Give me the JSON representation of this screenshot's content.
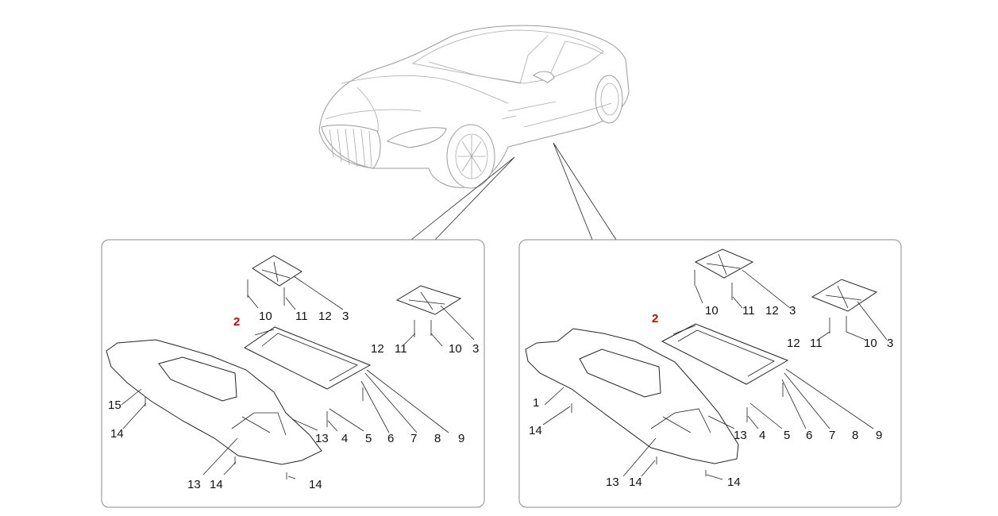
{
  "highlight_color": "#d40000",
  "left_panel": {
    "labels": {
      "p2": "2",
      "p3a": "3",
      "p3b": "3",
      "p10a": "10",
      "p10b": "10",
      "p11a": "11",
      "p11b": "11",
      "p12a": "12",
      "p12b": "12",
      "p4": "4",
      "p5": "5",
      "p6": "6",
      "p7": "7",
      "p8": "8",
      "p9": "9",
      "p13a": "13",
      "p13b": "13",
      "p14a": "14",
      "p14b": "14",
      "p14c": "14",
      "p15": "15"
    }
  },
  "right_panel": {
    "labels": {
      "p1": "1",
      "p2": "2",
      "p3a": "3",
      "p3b": "3",
      "p10a": "10",
      "p10b": "10",
      "p11a": "11",
      "p11b": "11",
      "p12a": "12",
      "p12b": "12",
      "p4": "4",
      "p5": "5",
      "p6": "6",
      "p7": "7",
      "p8": "8",
      "p9": "9",
      "p13a": "13",
      "p13b": "13",
      "p14a": "14",
      "p14b": "14",
      "p14c": "14"
    }
  }
}
